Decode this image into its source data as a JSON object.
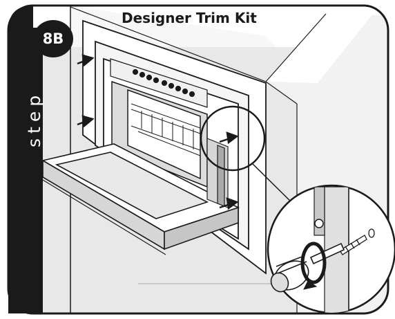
{
  "step": {
    "word": "step",
    "number": "8B"
  },
  "title": "Designer Trim Kit",
  "colors": {
    "panel_background": "#e8e8e8",
    "dark_band": "#1a1a1a",
    "line": "#1a1a1a",
    "wall_light": "#f2f2f2",
    "wall_dark": "#cfcfcf"
  },
  "icons": [
    "arrow-icon",
    "rotation-icon",
    "screwdriver-icon",
    "screw-icon"
  ]
}
